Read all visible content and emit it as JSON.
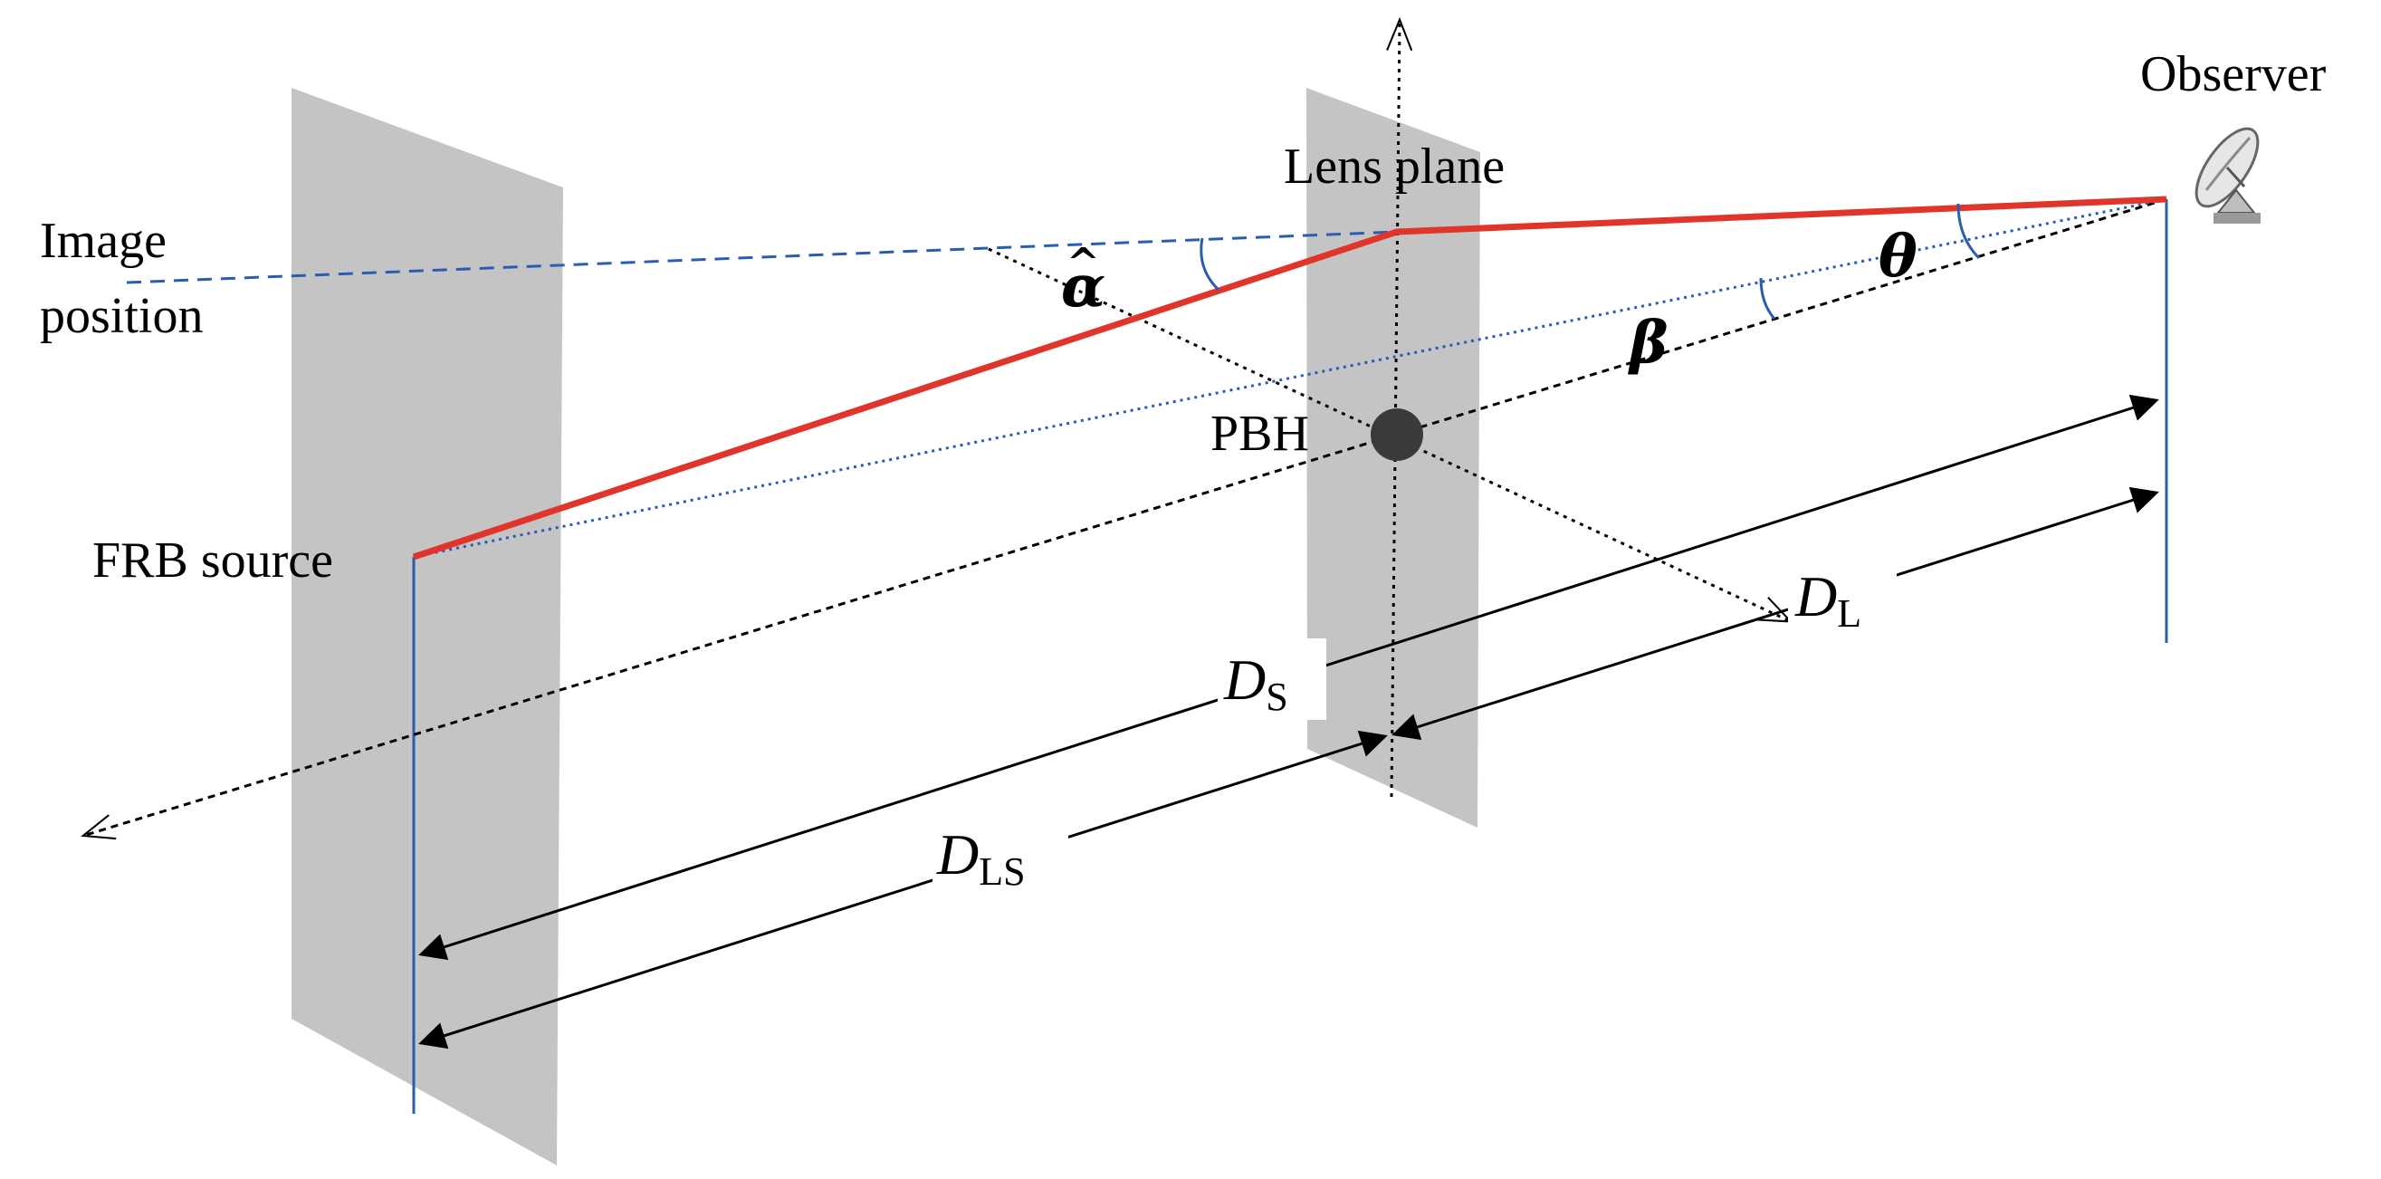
{
  "labels": {
    "observer": "Observer",
    "lens_plane": "Lens plane",
    "image_position_line1": "Image",
    "image_position_line2": "position",
    "frb_source": "FRB source",
    "pbh": "PBH"
  },
  "angles": {
    "alpha_hat": "α",
    "hat_mark": "^",
    "theta": "θ",
    "beta": "β"
  },
  "distances": {
    "d_s": {
      "symbol": "D",
      "subscript": "S"
    },
    "d_l": {
      "symbol": "D",
      "subscript": "L"
    },
    "d_ls": {
      "symbol": "D",
      "subscript": "LS"
    }
  },
  "icons": {
    "observer": "radio-telescope-icon",
    "lens": "black-hole-icon"
  },
  "colors": {
    "light_ray": "#e0352b",
    "image_line": "#2a5db0",
    "plane": "#c4c4c4",
    "pbh": "#3a3a3a",
    "axis": "#000000"
  }
}
